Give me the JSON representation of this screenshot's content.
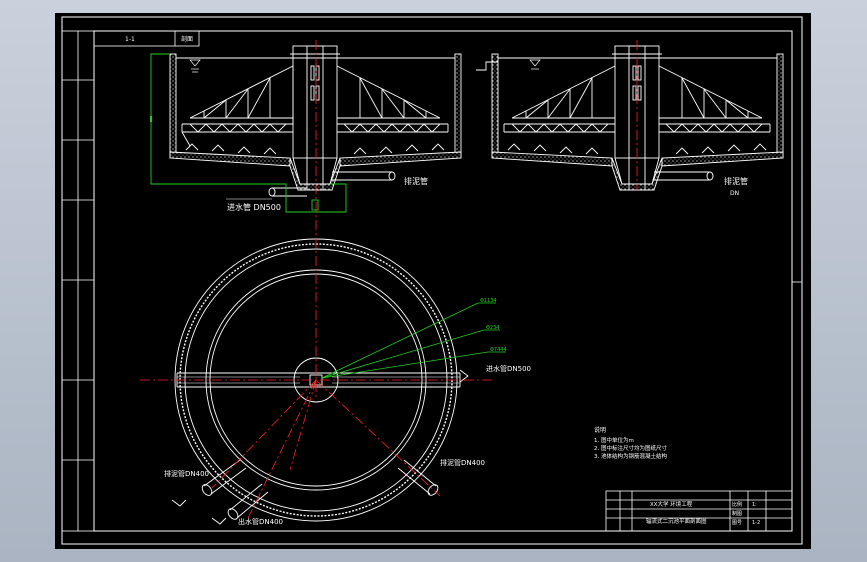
{
  "drawing": {
    "header_left": "1-1",
    "header_right": "剖面",
    "pipe_labels": {
      "inlet_left": "进水管 DN500",
      "sludge_left": "排泥管",
      "sludge_right": "排泥管",
      "sludge_right_sub": "DN",
      "plan_inlet": "进水管DN500",
      "plan_sludge_left": "排泥管DN400",
      "plan_sludge_right": "排泥管DN400",
      "plan_outlet": "出水管DN400"
    },
    "dimension_labels": [
      "Φ1134",
      "Φ234",
      "Φ7444"
    ],
    "notes": {
      "title": "说明",
      "lines": [
        "1. 图中单位为m",
        "2. 图中标注尺寸均为图纸尺寸",
        "3. 池体结构为钢筋混凝土结构"
      ]
    },
    "title_block": {
      "company": "XX大学 环境工程",
      "drawing_title": "辐流式二沉池平面剖面图",
      "scale_label": "比例",
      "scale_value": "1:",
      "drawn_label": "制图",
      "sheet_label": "图号",
      "sheet_value": "1-2"
    },
    "colors": {
      "line": "#ffffff",
      "center_line": "#ff2020",
      "green": "#20d020",
      "background": "#000000"
    }
  }
}
